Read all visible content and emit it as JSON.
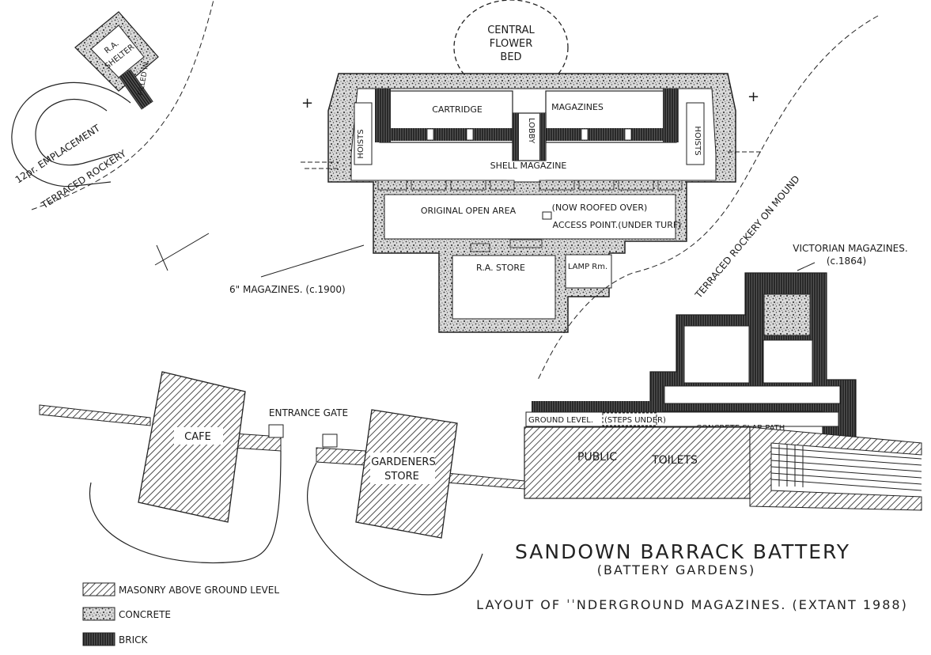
{
  "title": "SANDOWN BARRACK BATTERY",
  "subtitle": "(BATTERY GARDENS)",
  "caption": "LAYOUT OF ˈˈNDERGROUND MAGAZINES. (EXTANT 1988)",
  "labels": {
    "central_flower_bed_1": "CENTRAL",
    "central_flower_bed_2": "FLOWER",
    "central_flower_bed_3": "BED",
    "ra_shelter_1": "R.A.",
    "ra_shelter_2": "SHELTER",
    "filled_in": "FILLED IN",
    "emplacement": "12pr. EMPLACEMENT",
    "terraced_rockery": "TERRACED ROCKERY",
    "cartridge": "CARTRIDGE",
    "magazines": "MAGAZINES",
    "lobby": "LOBBY",
    "hoists_left": "HOISTS",
    "hoists_right": "HOISTS",
    "shell_magazine": "SHELL  MAGAZINE",
    "original_open_area": "ORIGINAL OPEN AREA",
    "now_roofed_over": "(NOW ROOFED OVER)",
    "access_point": "ACCESS POINT.(UNDER TURF)",
    "ra_store": "R.A. STORE",
    "lamp_rm": "LAMP Rm.",
    "six_inch_magazines": "6\" MAGAZINES. (c.1900)",
    "terraced_rockery_mound": "TERRACED ROCKERY ON MOUND",
    "victorian_magazines": "VICTORIAN MAGAZINES.",
    "victorian_date": "(c.1864)",
    "entrance_gate": "ENTRANCE GATE",
    "cafe": "CAFE",
    "gardeners": "GARDENERS",
    "store": "STORE",
    "ground_level": "GROUND LEVEL.",
    "steps_under": "(STEPS UNDER)",
    "concrete_slab_path": "CONCRETE SLAB PATH",
    "public": "PUBLIC",
    "toilets": "TOILETS"
  },
  "legend": [
    {
      "label": "MASONRY ABOVE GROUND LEVEL",
      "pattern": "hatch"
    },
    {
      "label": "CONCRETE",
      "pattern": "concrete"
    },
    {
      "label": "BRICK",
      "pattern": "brick"
    }
  ]
}
